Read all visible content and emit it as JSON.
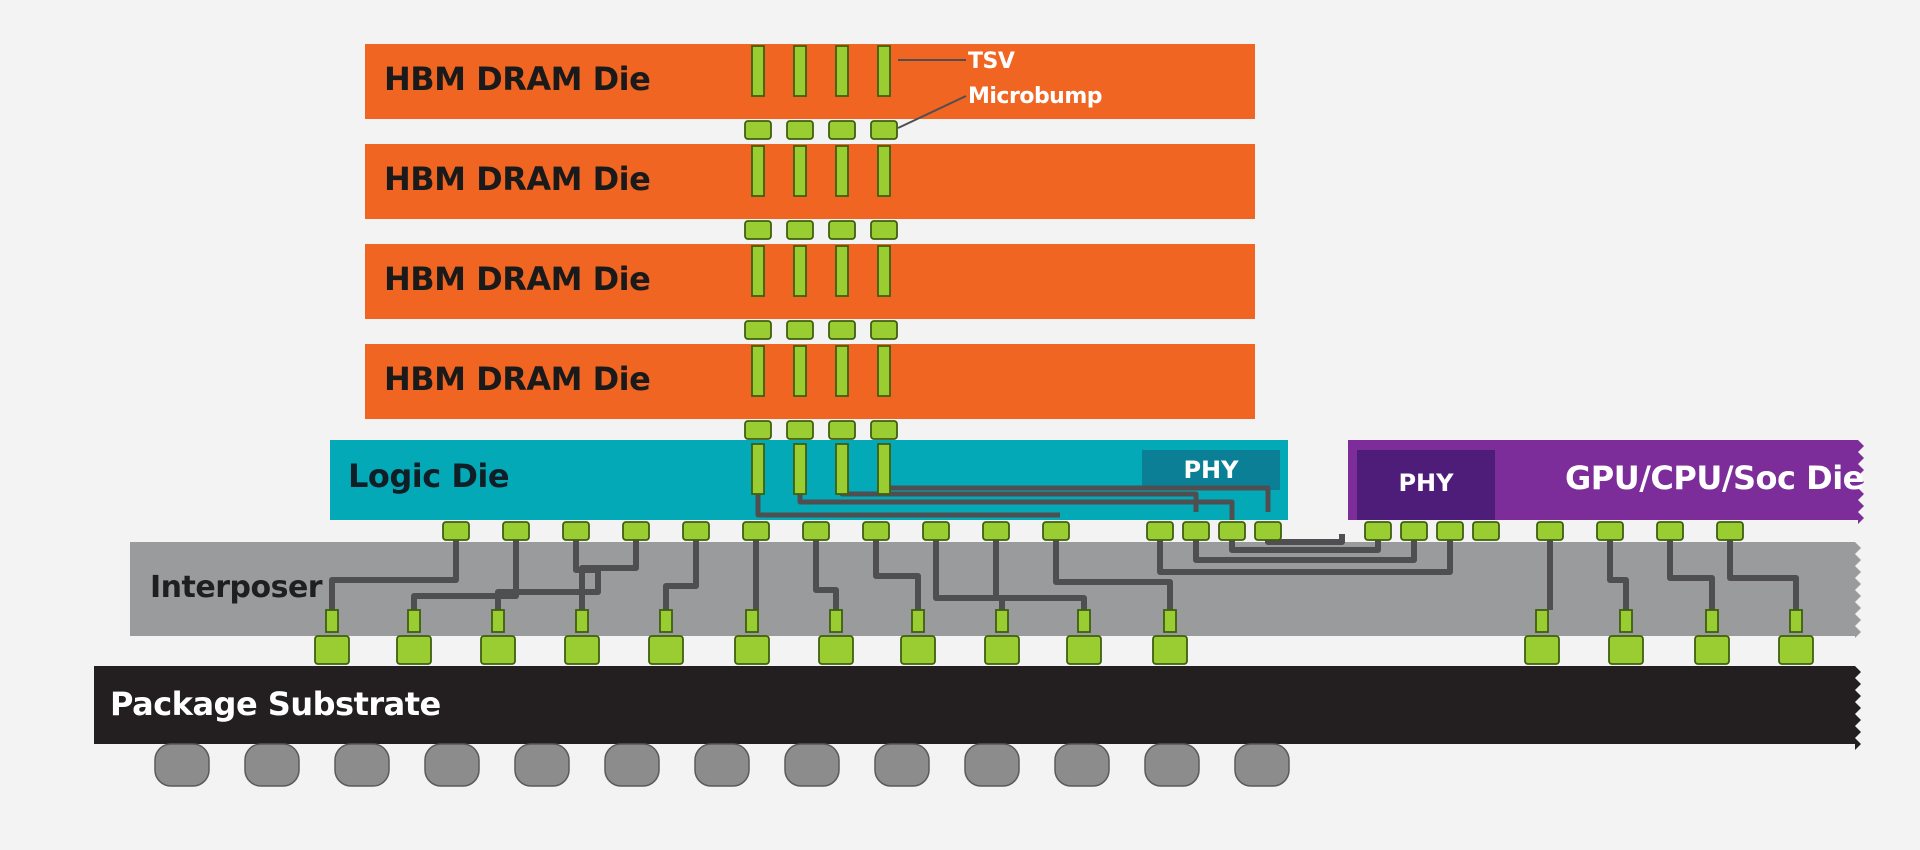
{
  "labels": {
    "dram_die": "HBM DRAM Die",
    "tsv": "TSV",
    "microbump": "Microbump",
    "logic_die": "Logic Die",
    "phy": "PHY",
    "gpu_die": "GPU/CPU/Soc Die",
    "interposer": "Interposer",
    "package_substrate": "Package Substrate"
  },
  "colors": {
    "background": "#f3f3f4",
    "dram": "#f06522",
    "logic": "#04a9b8",
    "logic_phy": "#0a7f96",
    "gpu": "#7d2d9a",
    "gpu_phy": "#4e1d7a",
    "interposer": "#9a9b9d",
    "substrate": "#231f20",
    "bump_fill": "#9acd32",
    "bump_stroke": "#3f5f10",
    "ball": "#8c8c8c",
    "wire": "#4f4f51"
  },
  "dram_dies": [
    {
      "label_key": "dram_die"
    },
    {
      "label_key": "dram_die"
    },
    {
      "label_key": "dram_die"
    },
    {
      "label_key": "dram_die"
    }
  ]
}
